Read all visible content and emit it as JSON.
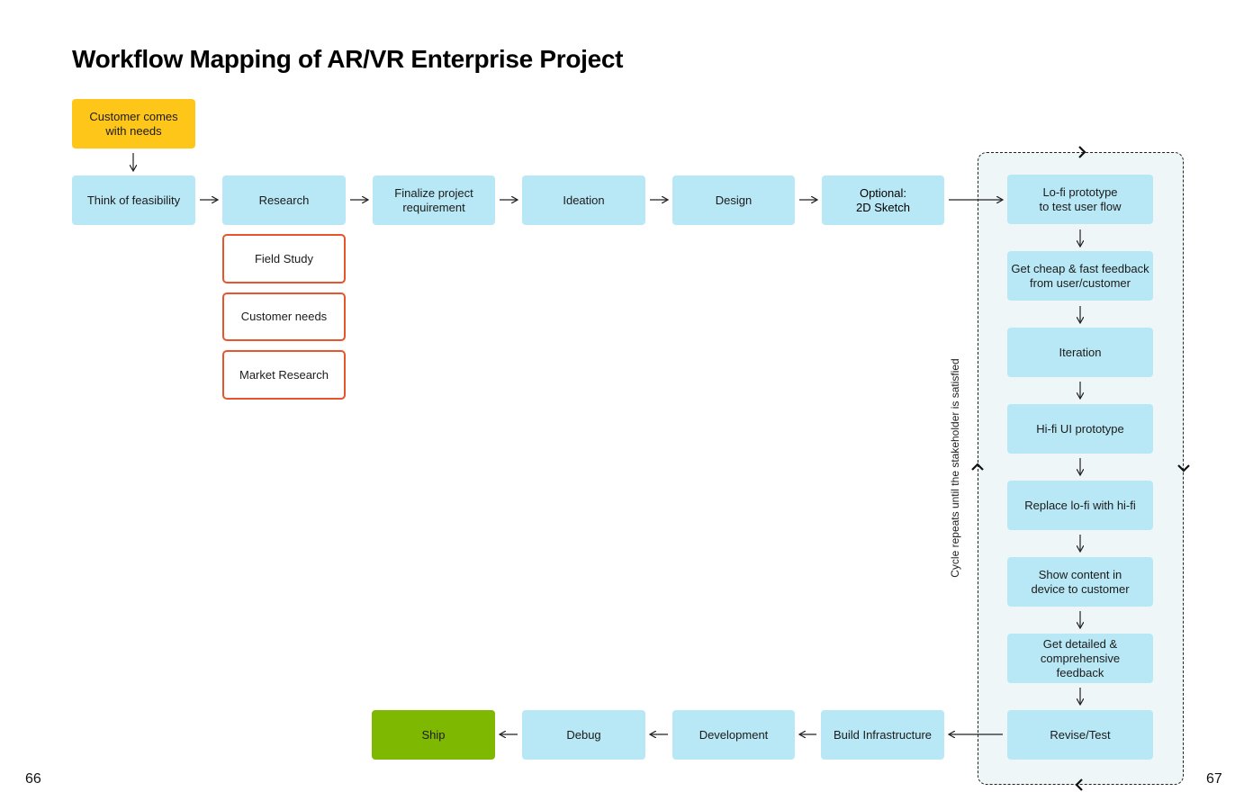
{
  "title": "Workflow Mapping of AR/VR Enterprise Project",
  "page_left": "66",
  "page_right": "67",
  "loop_label": "Cycle repeats until the stakeholder is satisfied",
  "start": {
    "line1": "Customer comes",
    "line2": "with needs"
  },
  "top_row": [
    {
      "line1": "Think of feasibility",
      "line2": ""
    },
    {
      "line1": "Research",
      "line2": ""
    },
    {
      "line1": "Finalize project",
      "line2": "requirement"
    },
    {
      "line1": "Ideation",
      "line2": ""
    },
    {
      "line1": "Design",
      "line2": ""
    },
    {
      "line1": "Optional:",
      "line2": "2D Sketch"
    }
  ],
  "research_items": [
    "Field Study",
    "Customer needs",
    "Market Research"
  ],
  "loop_steps": [
    {
      "line1": "Lo-fi prototype",
      "line2": "to test user flow",
      "line3": ""
    },
    {
      "line1": "Get cheap & fast feedback",
      "line2": "from user/customer",
      "line3": ""
    },
    {
      "line1": "Iteration",
      "line2": "",
      "line3": ""
    },
    {
      "line1": "Hi-fi UI prototype",
      "line2": "",
      "line3": ""
    },
    {
      "line1": "Replace lo-fi with hi-fi",
      "line2": "",
      "line3": ""
    },
    {
      "line1": "Show content in",
      "line2": "device to customer",
      "line3": ""
    },
    {
      "line1": "Get detailed &",
      "line2": "comprehensive",
      "line3": "feedback"
    },
    {
      "line1": "Revise/Test",
      "line2": "",
      "line3": ""
    }
  ],
  "bottom_row": [
    "Build Infrastructure",
    "Development",
    "Debug",
    "Ship"
  ],
  "colors": {
    "step": "#b8e8f5",
    "start": "#ffc61a",
    "ship": "#7fb800",
    "outline": "#e8542b",
    "loop_bg": "#eef6f8"
  }
}
